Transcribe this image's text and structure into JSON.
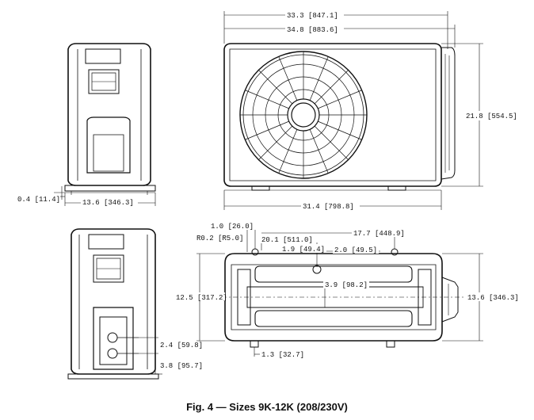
{
  "figure": {
    "caption": "Fig. 4 — Sizes 9K-12K (208/230V)"
  },
  "dimensions": {
    "d_33_3": "33.3 [847.1]",
    "d_34_8": "34.8 [883.6]",
    "d_21_8": "21.8 [554.5]",
    "d_31_4": "31.4 [798.8]",
    "d_0_4": "0.4 [11.4]",
    "d_13_6_side": "13.6 [346.3]",
    "d_1_0": "1.0 [26.0]",
    "d_r0_2": "R0.2 [R5.0]",
    "d_20_1": "20.1 [511.0]",
    "d_17_7": "17.7 [448.9]",
    "d_1_9": "1.9 [49.4]",
    "d_2_0": "2.0 [49.5]",
    "d_3_9": "3.9 [98.2]",
    "d_12_5": "12.5 [317.2]",
    "d_13_6_top": "13.6 [346.3]",
    "d_2_4": "2.4 [59.8]",
    "d_3_8": "3.8 [95.7]",
    "d_1_3": "1.3 [32.7]"
  }
}
